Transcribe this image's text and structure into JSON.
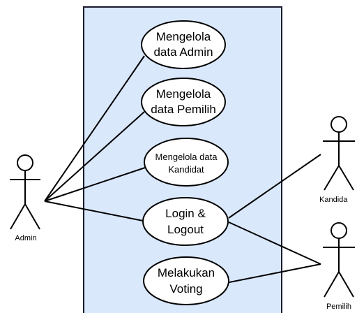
{
  "diagram": {
    "type": "use-case",
    "use_cases": {
      "manage_admin": {
        "line1": "Mengelola",
        "line2": "data Admin"
      },
      "manage_voter": {
        "line1": "Mengelola",
        "line2": "data Pemilih"
      },
      "manage_candidate": {
        "line1": "Mengelola data",
        "line2": "Kandidat"
      },
      "login_logout": {
        "line1": "Login &",
        "line2": "Logout"
      },
      "voting": {
        "line1": "Melakukan",
        "line2": "Voting"
      }
    },
    "actors": {
      "admin": "Admin",
      "candidate": "Kandida",
      "voter": "Pemilih"
    }
  },
  "colors": {
    "system_fill": "#dae8fc",
    "system_stroke": "#1a1a2e",
    "line": "#000000",
    "usecase_fill": "#ffffff"
  }
}
